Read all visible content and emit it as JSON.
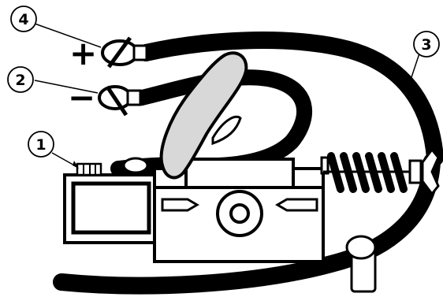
{
  "callouts": [
    {
      "id": "1",
      "text": "1"
    },
    {
      "id": "2",
      "text": "2"
    },
    {
      "id": "3",
      "text": "3"
    },
    {
      "id": "4",
      "text": "4"
    }
  ],
  "signs": {
    "positive": "+",
    "negative": "−"
  },
  "colors": {
    "ink": "#000000",
    "paper": "#ffffff",
    "hand": "#d8d8d8"
  }
}
